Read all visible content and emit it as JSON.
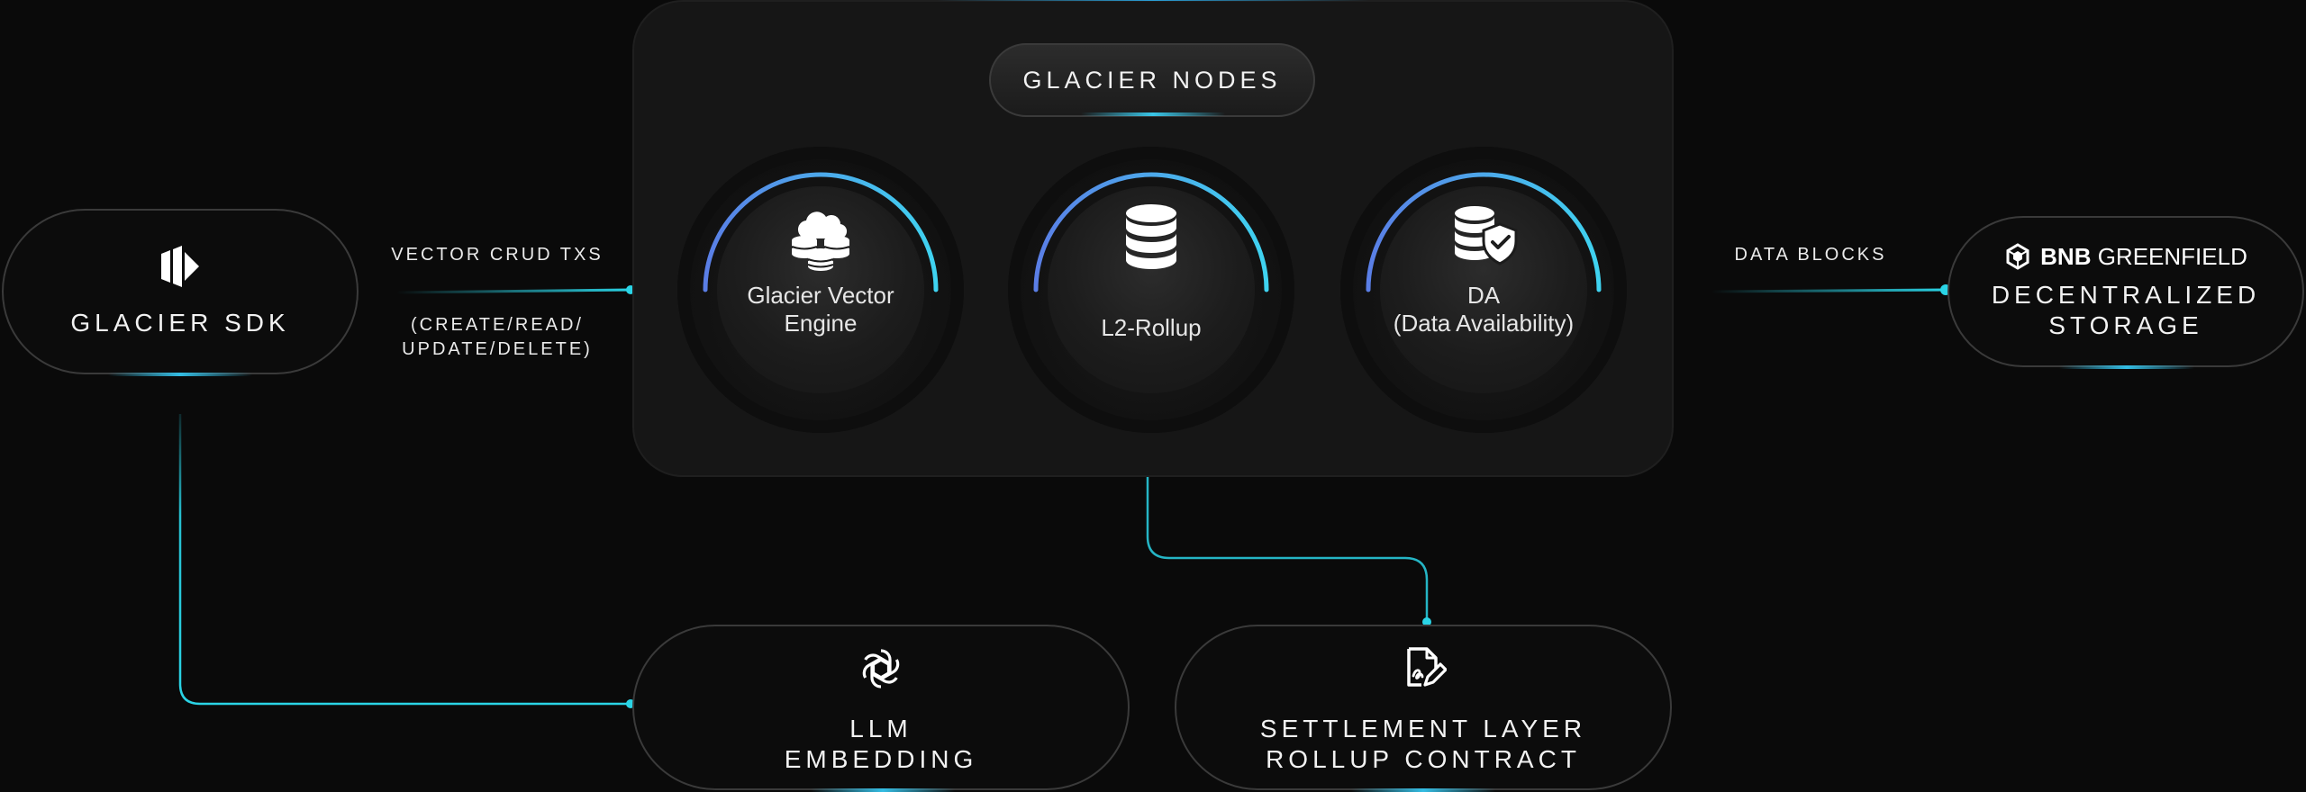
{
  "panel": {
    "title": "GLACIER NODES"
  },
  "nodes": [
    {
      "label": "Glacier Vector\nEngine",
      "icon": "cloud-database-icon"
    },
    {
      "label": "L2-Rollup",
      "icon": "database-icon"
    },
    {
      "label": "DA\n(Data Availability)",
      "icon": "database-shield-icon"
    }
  ],
  "sdk": {
    "label": "GLACIER SDK",
    "icon": "glacier-logo-icon"
  },
  "edges": {
    "vector_crud": "VECTOR CRUD TXS",
    "crud_detail": "(CREATE/READ/\nUPDATE/DELETE)",
    "data_blocks": "DATA BLOCKS"
  },
  "storage": {
    "brand_bold": "BNB",
    "brand_rest": " GREENFIELD",
    "label": "DECENTRALIZED\nSTORAGE",
    "icon": "bnb-greenfield-logo-icon"
  },
  "llm": {
    "label": "LLM\nEMBEDDING",
    "icon": "openai-logo-icon"
  },
  "settlement": {
    "label": "SETTLEMENT LAYER\nROLLUP CONTRACT",
    "icon": "contract-sign-icon"
  },
  "colors": {
    "accent": "#2ad4e6",
    "arc_start": "#5a7ee6",
    "arc_end": "#3fd3f0",
    "background": "#0a0a0a"
  }
}
